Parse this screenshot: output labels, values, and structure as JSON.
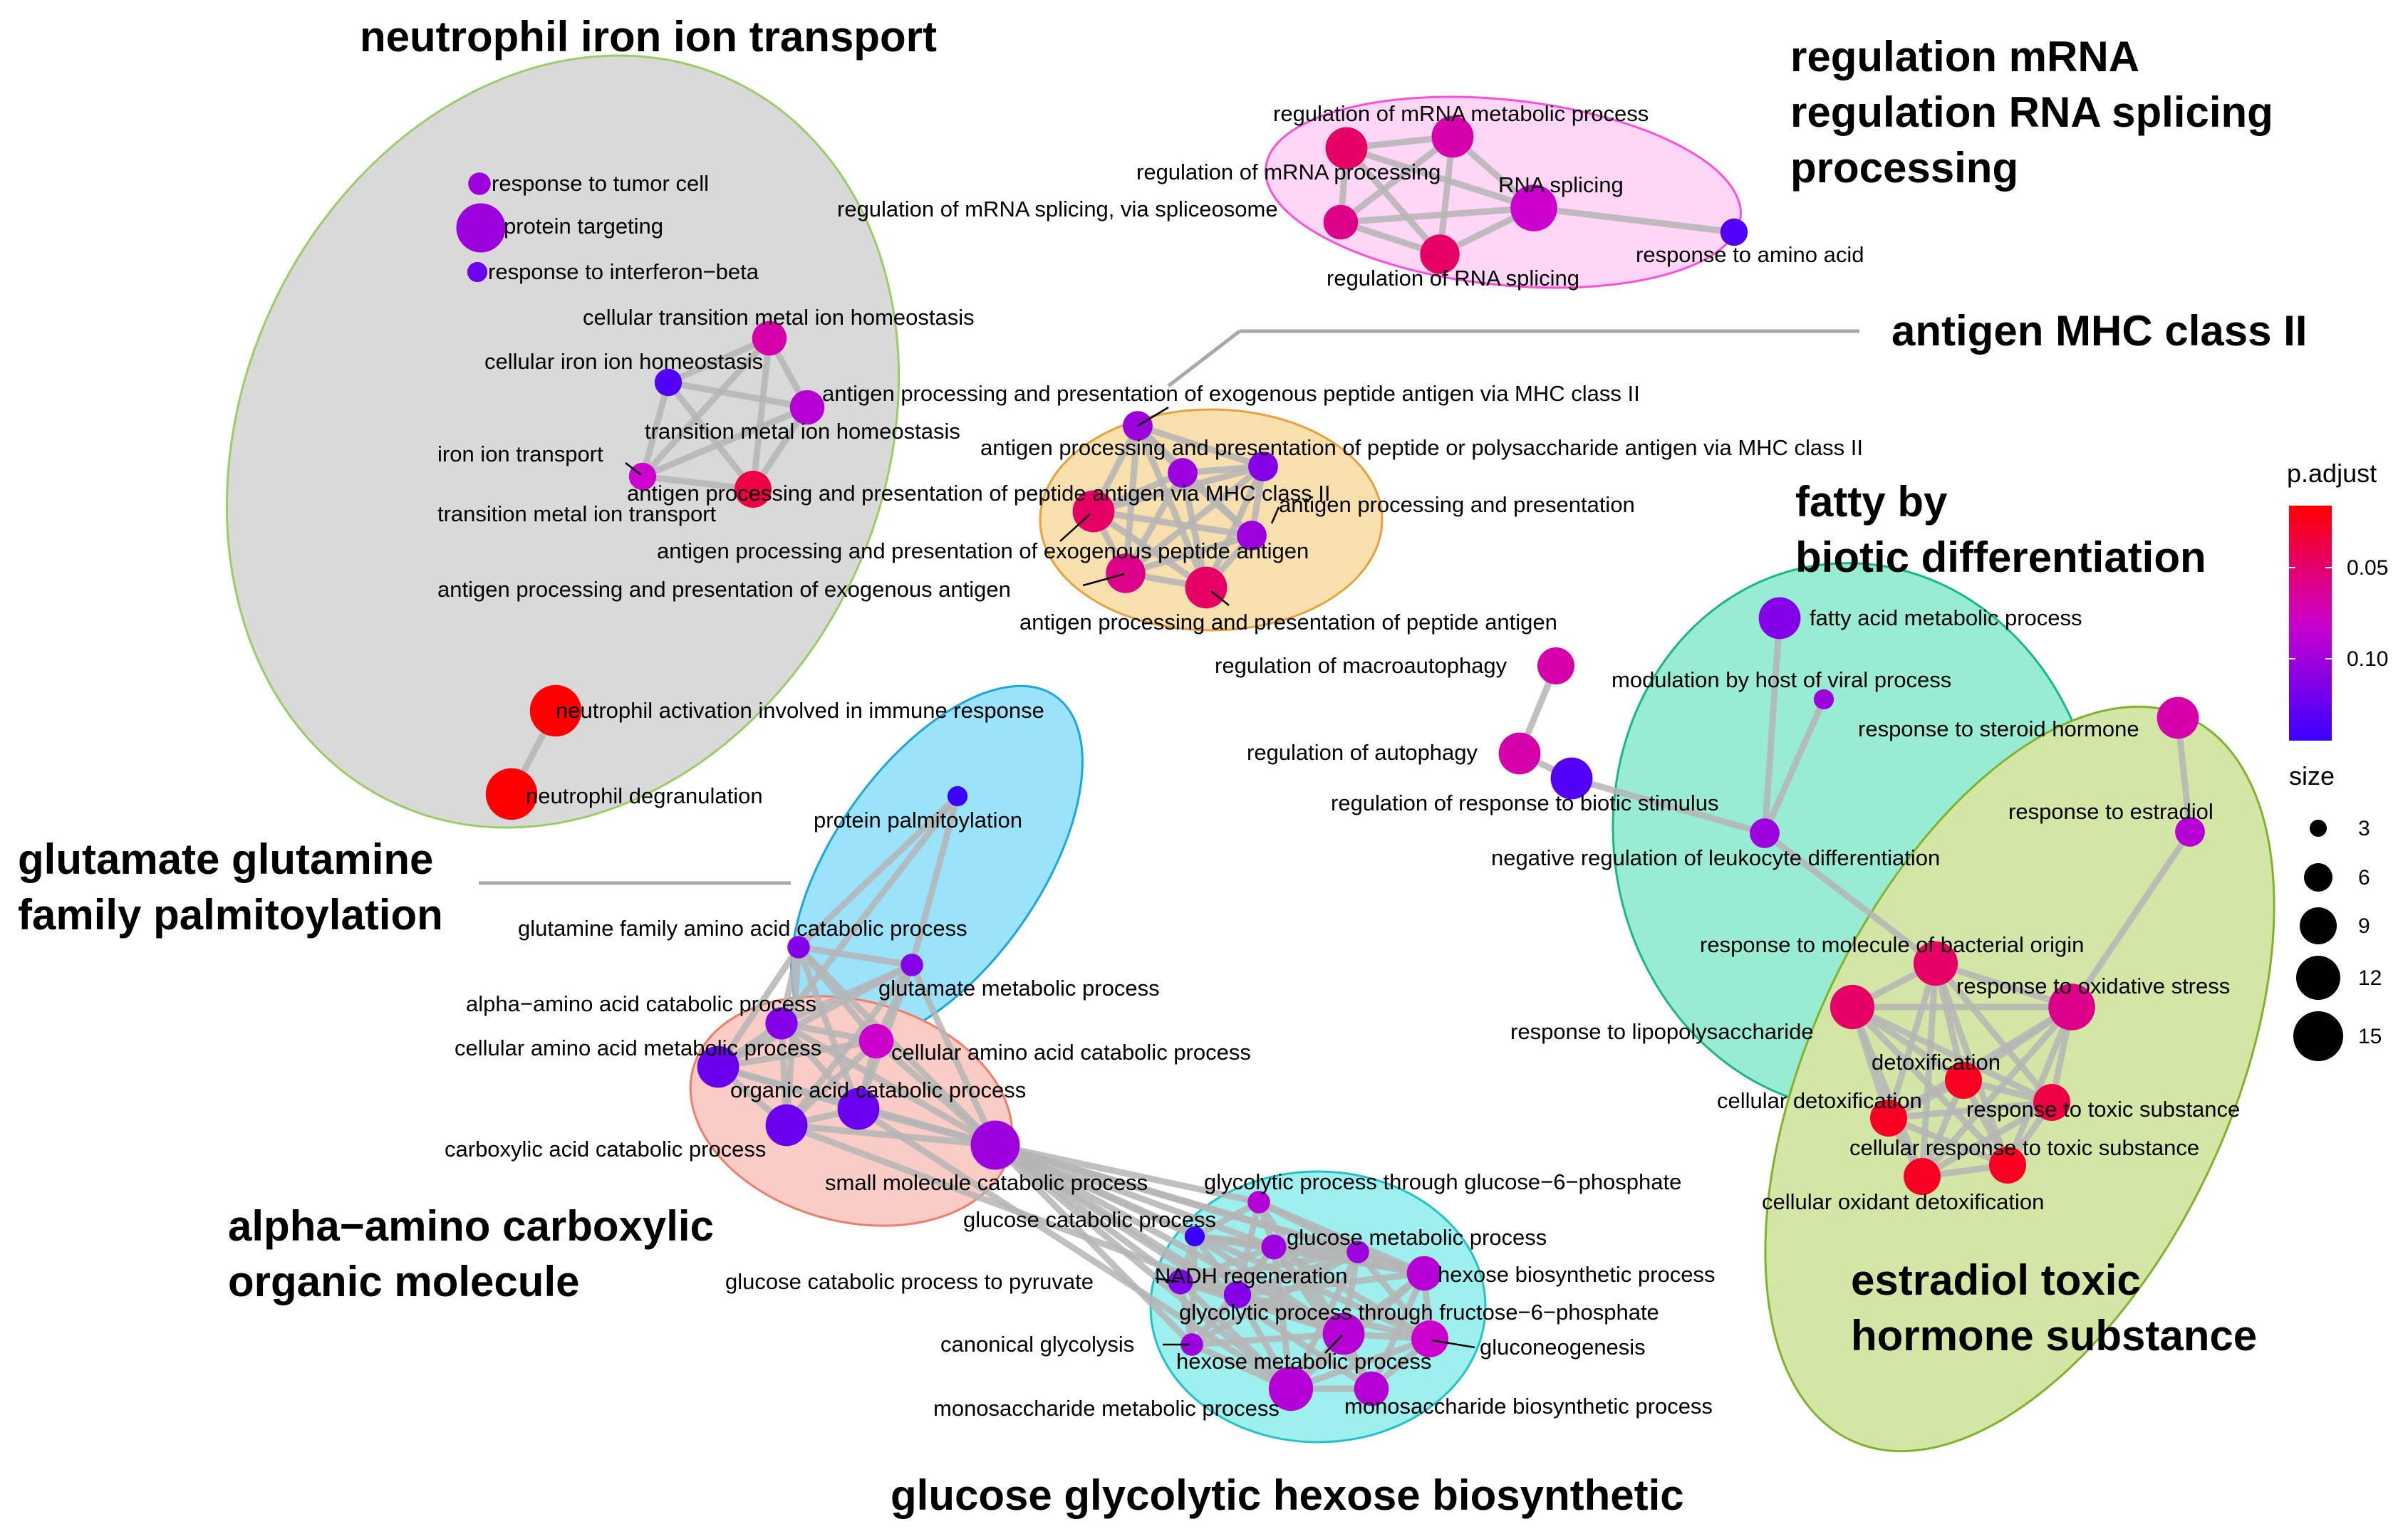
{
  "colors": {
    "edge": "#b5b5b5",
    "leader": "#a8a8a8",
    "pointer": "#000000",
    "p_low": "#ff0000",
    "p_mid": "#cc00cc",
    "p_high": "#3b00ff"
  },
  "legend": {
    "color_title": "p.adjust",
    "color_ticks": [
      "0.05",
      "0.10"
    ],
    "size_title": "size",
    "size_ticks": [
      "3",
      "6",
      "9",
      "12",
      "15"
    ]
  },
  "clusters": [
    {
      "id": "neutrophil",
      "label": "neutrophil iron ion transport",
      "fill": "#d9d9d9",
      "stroke": "#9ccc65"
    },
    {
      "id": "mrna",
      "label": "regulation mRNA regulation RNA splicing processing",
      "fill": "#ffd6f5",
      "stroke": "#ff4fd8"
    },
    {
      "id": "mhc",
      "label": "antigen MHC class II",
      "fill": "#f7dfae",
      "stroke": "#e9a23b"
    },
    {
      "id": "fatty",
      "label": "fatty by biotic differentiation",
      "fill": "#99ecd4",
      "stroke": "#19b784"
    },
    {
      "id": "estradiol",
      "label": "estradiol toxic hormone substance",
      "fill": "#d3e6a6",
      "stroke": "#7fb32c"
    },
    {
      "id": "glutamate",
      "label": "glutamate glutamine family palmitoylation",
      "fill": "#9be3fb",
      "stroke": "#1aa6e0"
    },
    {
      "id": "alpha",
      "label": "alpha−amino carboxylic organic molecule",
      "fill": "#f9cdc5",
      "stroke": "#f17c6c"
    },
    {
      "id": "glucose",
      "label": "glucose glycolytic hexose biosynthetic",
      "fill": "#9ef0ef",
      "stroke": "#21c3c7"
    }
  ],
  "nodes": [
    {
      "id": "tumor",
      "label": "response to tumor cell",
      "p": 0.09,
      "size": 4
    },
    {
      "id": "targeting",
      "label": "protein targeting",
      "p": 0.09,
      "size": 15
    },
    {
      "id": "ifnb",
      "label": "response to interferon−beta",
      "p": 0.11,
      "size": 3
    },
    {
      "id": "ctmih",
      "label": "cellular transition metal ion homeostasis",
      "p": 0.06,
      "size": 9
    },
    {
      "id": "ciih",
      "label": "cellular iron ion homeostasis",
      "p": 0.12,
      "size": 6
    },
    {
      "id": "tmih",
      "label": "transition metal ion homeostasis",
      "p": 0.08,
      "size": 9
    },
    {
      "id": "iit",
      "label": "iron ion transport",
      "p": 0.07,
      "size": 6
    },
    {
      "id": "tmit",
      "label": "transition metal ion transport",
      "p": 0.03,
      "size": 10
    },
    {
      "id": "nact",
      "label": "neutrophil activation involved in immune response",
      "p": 0.01,
      "size": 16
    },
    {
      "id": "ndeg",
      "label": "neutrophil degranulation",
      "p": 0.01,
      "size": 16
    },
    {
      "id": "rmmp",
      "label": "regulation of mRNA metabolic process",
      "p": 0.06,
      "size": 12
    },
    {
      "id": "rmp",
      "label": "regulation of mRNA processing",
      "p": 0.04,
      "size": 12
    },
    {
      "id": "rmsp",
      "label": "regulation of mRNA splicing, via spliceosome",
      "p": 0.05,
      "size": 9
    },
    {
      "id": "rsp",
      "label": "RNA splicing",
      "p": 0.07,
      "size": 14
    },
    {
      "id": "rrs",
      "label": "regulation of RNA splicing",
      "p": 0.04,
      "size": 11
    },
    {
      "id": "raa",
      "label": "response to amino acid",
      "p": 0.12,
      "size": 6
    },
    {
      "id": "apeii",
      "label": "antigen processing and presentation of exogenous peptide antigen via MHC class II",
      "p": 0.09,
      "size": 7
    },
    {
      "id": "appii",
      "label": "antigen processing and presentation of peptide or polysaccharide antigen via MHC class II",
      "p": 0.1,
      "size": 7
    },
    {
      "id": "appmii",
      "label": "antigen processing and presentation of peptide antigen via MHC class II",
      "p": 0.09,
      "size": 7
    },
    {
      "id": "aptop",
      "label": "antigen processing and presentation",
      "p": 0.04,
      "size": 12
    },
    {
      "id": "apepa",
      "label": "antigen processing and presentation of exogenous peptide antigen",
      "p": 0.09,
      "size": 7
    },
    {
      "id": "apea",
      "label": "antigen processing and presentation of exogenous antigen",
      "p": 0.05,
      "size": 11
    },
    {
      "id": "appa",
      "label": "antigen processing and presentation of peptide antigen",
      "p": 0.04,
      "size": 12
    },
    {
      "id": "fam",
      "label": "fatty acid metabolic process",
      "p": 0.1,
      "size": 12
    },
    {
      "id": "rmacro",
      "label": "regulation of macroautophagy",
      "p": 0.06,
      "size": 10
    },
    {
      "id": "mhvp",
      "label": "modulation by host of viral process",
      "p": 0.09,
      "size": 3
    },
    {
      "id": "rauto",
      "label": "regulation of autophagy",
      "p": 0.06,
      "size": 12
    },
    {
      "id": "rrbs",
      "label": "regulation of response to biotic stimulus",
      "p": 0.12,
      "size": 12
    },
    {
      "id": "nrld",
      "label": "negative regulation of leukocyte differentiation",
      "p": 0.09,
      "size": 7
    },
    {
      "id": "rsh",
      "label": "response to steroid hormone",
      "p": 0.06,
      "size": 12
    },
    {
      "id": "restr",
      "label": "response to estradiol",
      "p": 0.08,
      "size": 7
    },
    {
      "id": "rmbo",
      "label": "response to molecule of bacterial origin",
      "p": 0.04,
      "size": 13
    },
    {
      "id": "rlps",
      "label": "response to lipopolysaccharide",
      "p": 0.04,
      "size": 13
    },
    {
      "id": "ros",
      "label": "response to oxidative stress",
      "p": 0.05,
      "size": 14
    },
    {
      "id": "detox",
      "label": "detoxification",
      "p": 0.02,
      "size": 10
    },
    {
      "id": "cdetox",
      "label": "cellular detoxification",
      "p": 0.02,
      "size": 10
    },
    {
      "id": "rts",
      "label": "response to toxic substance",
      "p": 0.03,
      "size": 10
    },
    {
      "id": "crts",
      "label": "cellular response to toxic substance",
      "p": 0.02,
      "size": 10
    },
    {
      "id": "codetox",
      "label": "cellular oxidant detoxification",
      "p": 0.02,
      "size": 10
    },
    {
      "id": "ppalm",
      "label": "protein palmitoylation",
      "p": 0.13,
      "size": 3
    },
    {
      "id": "gfaac",
      "label": "glutamine family amino acid catabolic process",
      "p": 0.1,
      "size": 4
    },
    {
      "id": "gmp",
      "label": "glutamate metabolic process",
      "p": 0.1,
      "size": 4
    },
    {
      "id": "aaacp",
      "label": "alpha−amino acid catabolic process",
      "p": 0.1,
      "size": 8
    },
    {
      "id": "caamp",
      "label": "cellular amino acid metabolic process",
      "p": 0.11,
      "size": 12
    },
    {
      "id": "caacp",
      "label": "cellular amino acid catabolic process",
      "p": 0.07,
      "size": 9
    },
    {
      "id": "oacp",
      "label": "organic acid catabolic process",
      "p": 0.11,
      "size": 12
    },
    {
      "id": "cacp",
      "label": "carboxylic acid catabolic process",
      "p": 0.11,
      "size": 12
    },
    {
      "id": "smcp",
      "label": "small molecule catabolic process",
      "p": 0.09,
      "size": 15
    },
    {
      "id": "gpg6p",
      "label": "glycolytic process through glucose−6−phosphate",
      "p": 0.08,
      "size": 4
    },
    {
      "id": "gcp",
      "label": "glucose catabolic process",
      "p": 0.13,
      "size": 3
    },
    {
      "id": "gmpr",
      "label": "glucose metabolic process",
      "p": 0.09,
      "size": 5
    },
    {
      "id": "gcpp",
      "label": "glucose catabolic process to pyruvate",
      "p": 0.1,
      "size": 5
    },
    {
      "id": "nadh",
      "label": "NADH regeneration",
      "p": 0.1,
      "size": 6
    },
    {
      "id": "hbp",
      "label": "hexose biosynthetic process",
      "p": 0.08,
      "size": 9
    },
    {
      "id": "gpf6p",
      "label": "glycolytic process through fructose−6−phosphate",
      "p": 0.09,
      "size": 4
    },
    {
      "id": "cgly",
      "label": "canonical glycolysis",
      "p": 0.09,
      "size": 4
    },
    {
      "id": "hmp",
      "label": "hexose metabolic process",
      "p": 0.08,
      "size": 12
    },
    {
      "id": "gneo",
      "label": "gluconeogenesis",
      "p": 0.07,
      "size": 10
    },
    {
      "id": "msmp",
      "label": "monosaccharide metabolic process",
      "p": 0.08,
      "size": 13
    },
    {
      "id": "msbp",
      "label": "monosaccharide biosynthetic process",
      "p": 0.08,
      "size": 9
    }
  ],
  "edges": [
    [
      "ctmih",
      "ciih"
    ],
    [
      "ctmih",
      "tmih"
    ],
    [
      "ctmih",
      "iit"
    ],
    [
      "ctmih",
      "tmit"
    ],
    [
      "ciih",
      "tmih"
    ],
    [
      "ciih",
      "iit"
    ],
    [
      "ciih",
      "tmit"
    ],
    [
      "tmih",
      "iit"
    ],
    [
      "tmih",
      "tmit"
    ],
    [
      "iit",
      "tmit"
    ],
    [
      "nact",
      "ndeg"
    ],
    [
      "rmmp",
      "rmp"
    ],
    [
      "rmmp",
      "rmsp"
    ],
    [
      "rmmp",
      "rsp"
    ],
    [
      "rmmp",
      "rrs"
    ],
    [
      "rmp",
      "rmsp"
    ],
    [
      "rmp",
      "rsp"
    ],
    [
      "rmp",
      "rrs"
    ],
    [
      "rmsp",
      "rsp"
    ],
    [
      "rmsp",
      "rrs"
    ],
    [
      "rsp",
      "rrs"
    ],
    [
      "rsp",
      "raa"
    ],
    [
      "apeii",
      "appii"
    ],
    [
      "apeii",
      "appmii"
    ],
    [
      "apeii",
      "aptop"
    ],
    [
      "apeii",
      "apepa"
    ],
    [
      "apeii",
      "apea"
    ],
    [
      "apeii",
      "appa"
    ],
    [
      "appii",
      "appmii"
    ],
    [
      "appii",
      "aptop"
    ],
    [
      "appii",
      "apepa"
    ],
    [
      "appii",
      "apea"
    ],
    [
      "appii",
      "appa"
    ],
    [
      "appmii",
      "aptop"
    ],
    [
      "appmii",
      "apepa"
    ],
    [
      "appmii",
      "apea"
    ],
    [
      "appmii",
      "appa"
    ],
    [
      "aptop",
      "apepa"
    ],
    [
      "aptop",
      "apea"
    ],
    [
      "aptop",
      "appa"
    ],
    [
      "apepa",
      "apea"
    ],
    [
      "apepa",
      "appa"
    ],
    [
      "apea",
      "appa"
    ],
    [
      "rmacro",
      "rauto"
    ],
    [
      "rauto",
      "rrbs"
    ],
    [
      "rrbs",
      "nrld"
    ],
    [
      "fam",
      "nrld"
    ],
    [
      "mhvp",
      "nrld"
    ],
    [
      "nrld",
      "rmbo"
    ],
    [
      "rsh",
      "restr"
    ],
    [
      "restr",
      "ros"
    ],
    [
      "rmbo",
      "rlps"
    ],
    [
      "rmbo",
      "ros"
    ],
    [
      "rmbo",
      "detox"
    ],
    [
      "rmbo",
      "rts"
    ],
    [
      "rmbo",
      "crts"
    ],
    [
      "rmbo",
      "cdetox"
    ],
    [
      "rmbo",
      "codetox"
    ],
    [
      "rlps",
      "ros"
    ],
    [
      "rlps",
      "detox"
    ],
    [
      "rlps",
      "cdetox"
    ],
    [
      "rlps",
      "rts"
    ],
    [
      "rlps",
      "crts"
    ],
    [
      "rlps",
      "codetox"
    ],
    [
      "ros",
      "detox"
    ],
    [
      "ros",
      "cdetox"
    ],
    [
      "ros",
      "rts"
    ],
    [
      "ros",
      "crts"
    ],
    [
      "ros",
      "codetox"
    ],
    [
      "detox",
      "cdetox"
    ],
    [
      "detox",
      "rts"
    ],
    [
      "detox",
      "crts"
    ],
    [
      "detox",
      "codetox"
    ],
    [
      "cdetox",
      "rts"
    ],
    [
      "cdetox",
      "crts"
    ],
    [
      "cdetox",
      "codetox"
    ],
    [
      "rts",
      "crts"
    ],
    [
      "rts",
      "codetox"
    ],
    [
      "crts",
      "codetox"
    ],
    [
      "ppalm",
      "gfaac"
    ],
    [
      "ppalm",
      "gmp"
    ],
    [
      "ppalm",
      "aaacp"
    ],
    [
      "gfaac",
      "gmp"
    ],
    [
      "gfaac",
      "aaacp"
    ],
    [
      "gfaac",
      "caamp"
    ],
    [
      "gfaac",
      "caacp"
    ],
    [
      "gfaac",
      "oacp"
    ],
    [
      "gfaac",
      "cacp"
    ],
    [
      "gfaac",
      "smcp"
    ],
    [
      "gmp",
      "aaacp"
    ],
    [
      "gmp",
      "caamp"
    ],
    [
      "gmp",
      "caacp"
    ],
    [
      "gmp",
      "oacp"
    ],
    [
      "gmp",
      "cacp"
    ],
    [
      "gmp",
      "smcp"
    ],
    [
      "aaacp",
      "caamp"
    ],
    [
      "aaacp",
      "caacp"
    ],
    [
      "aaacp",
      "oacp"
    ],
    [
      "aaacp",
      "cacp"
    ],
    [
      "aaacp",
      "smcp"
    ],
    [
      "caamp",
      "caacp"
    ],
    [
      "caamp",
      "oacp"
    ],
    [
      "caamp",
      "cacp"
    ],
    [
      "caamp",
      "smcp"
    ],
    [
      "caacp",
      "oacp"
    ],
    [
      "caacp",
      "cacp"
    ],
    [
      "caacp",
      "smcp"
    ],
    [
      "oacp",
      "cacp"
    ],
    [
      "oacp",
      "smcp"
    ],
    [
      "cacp",
      "smcp"
    ],
    [
      "smcp",
      "gpg6p"
    ],
    [
      "smcp",
      "gcp"
    ],
    [
      "smcp",
      "gmpr"
    ],
    [
      "smcp",
      "gcpp"
    ],
    [
      "smcp",
      "nadh"
    ],
    [
      "smcp",
      "hbp"
    ],
    [
      "smcp",
      "gpf6p"
    ],
    [
      "smcp",
      "cgly"
    ],
    [
      "smcp",
      "hmp"
    ],
    [
      "smcp",
      "gneo"
    ],
    [
      "smcp",
      "msmp"
    ],
    [
      "smcp",
      "msbp"
    ],
    [
      "cacp",
      "hmp"
    ],
    [
      "oacp",
      "msmp"
    ],
    [
      "gpg6p",
      "gcp"
    ],
    [
      "gpg6p",
      "gmpr"
    ],
    [
      "gpg6p",
      "nadh"
    ],
    [
      "gpg6p",
      "hbp"
    ],
    [
      "gpg6p",
      "gpf6p"
    ],
    [
      "gpg6p",
      "hmp"
    ],
    [
      "gcp",
      "gmpr"
    ],
    [
      "gcp",
      "gcpp"
    ],
    [
      "gcp",
      "nadh"
    ],
    [
      "gcp",
      "hbp"
    ],
    [
      "gcp",
      "gpf6p"
    ],
    [
      "gcp",
      "cgly"
    ],
    [
      "gcp",
      "hmp"
    ],
    [
      "gmpr",
      "gcpp"
    ],
    [
      "gmpr",
      "nadh"
    ],
    [
      "gmpr",
      "hbp"
    ],
    [
      "gmpr",
      "gpf6p"
    ],
    [
      "gmpr",
      "cgly"
    ],
    [
      "gmpr",
      "hmp"
    ],
    [
      "gmpr",
      "gneo"
    ],
    [
      "gmpr",
      "msmp"
    ],
    [
      "gmpr",
      "msbp"
    ],
    [
      "gcpp",
      "nadh"
    ],
    [
      "gcpp",
      "gpf6p"
    ],
    [
      "gcpp",
      "cgly"
    ],
    [
      "gcpp",
      "hmp"
    ],
    [
      "gcpp",
      "msmp"
    ],
    [
      "nadh",
      "hbp"
    ],
    [
      "nadh",
      "gpf6p"
    ],
    [
      "nadh",
      "cgly"
    ],
    [
      "nadh",
      "hmp"
    ],
    [
      "nadh",
      "gneo"
    ],
    [
      "nadh",
      "msmp"
    ],
    [
      "hbp",
      "gpf6p"
    ],
    [
      "hbp",
      "hmp"
    ],
    [
      "hbp",
      "gneo"
    ],
    [
      "hbp",
      "msmp"
    ],
    [
      "hbp",
      "msbp"
    ],
    [
      "gpf6p",
      "cgly"
    ],
    [
      "gpf6p",
      "hmp"
    ],
    [
      "gpf6p",
      "gneo"
    ],
    [
      "gpf6p",
      "msmp"
    ],
    [
      "cgly",
      "hmp"
    ],
    [
      "cgly",
      "msmp"
    ],
    [
      "hmp",
      "gneo"
    ],
    [
      "hmp",
      "msmp"
    ],
    [
      "hmp",
      "msbp"
    ],
    [
      "gneo",
      "msmp"
    ],
    [
      "gneo",
      "msbp"
    ],
    [
      "msmp",
      "msbp"
    ]
  ]
}
